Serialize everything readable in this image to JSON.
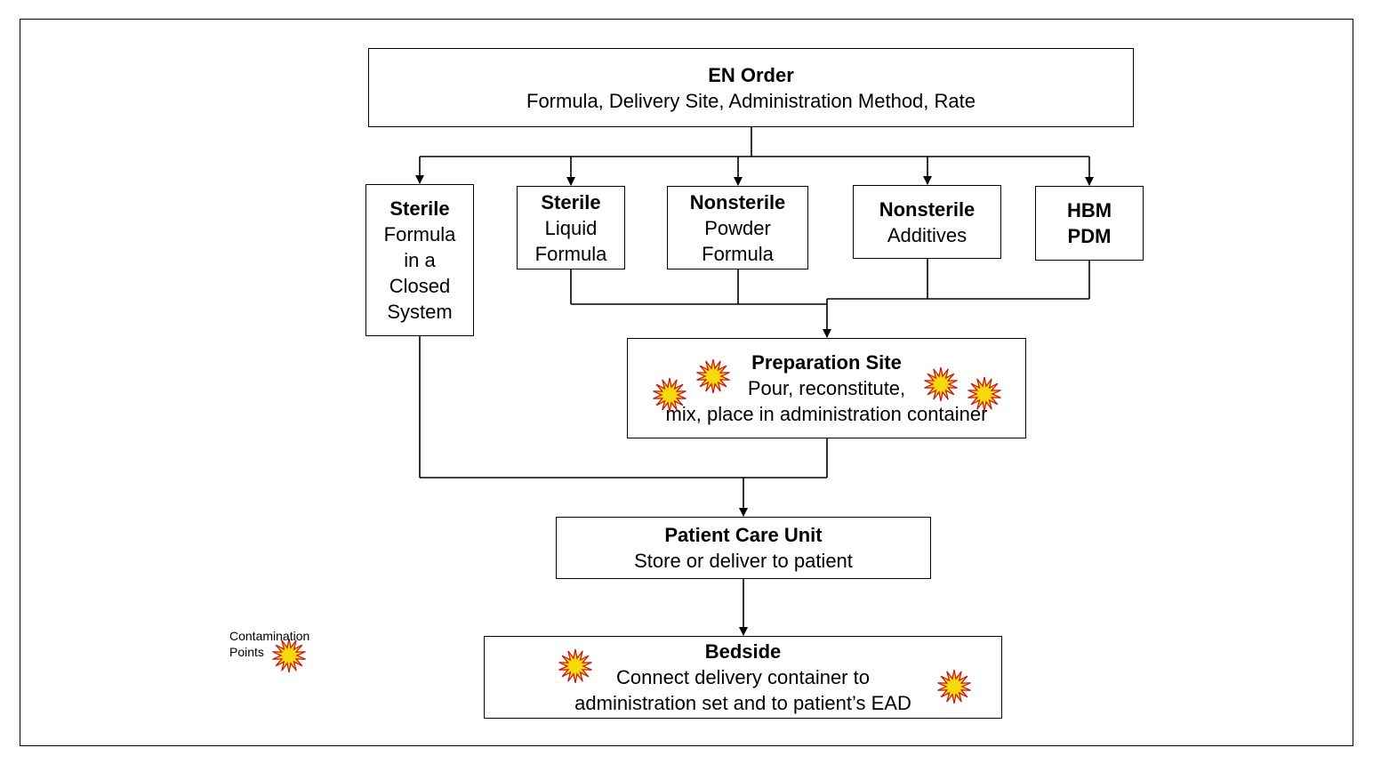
{
  "en_order": {
    "title": "EN Order",
    "subtitle": "Formula, Delivery Site, Administration Method, Rate"
  },
  "sources": [
    {
      "title": "Sterile",
      "lines": [
        "Formula",
        "in a",
        "Closed",
        "System"
      ]
    },
    {
      "title": "Sterile",
      "lines": [
        "Liquid",
        "Formula"
      ]
    },
    {
      "title": "Nonsterile",
      "lines": [
        "Powder",
        "Formula"
      ]
    },
    {
      "title": "Nonsterile",
      "lines": [
        "Additives"
      ]
    },
    {
      "title": "HBM",
      "lines": [
        "PDM"
      ]
    }
  ],
  "prep": {
    "title": "Preparation Site",
    "lines": [
      "Pour, reconstitute,",
      "mix, place in administration container"
    ]
  },
  "unit": {
    "title": "Patient Care Unit",
    "lines": [
      "Store or deliver to patient"
    ]
  },
  "bedside": {
    "title": "Bedside",
    "lines": [
      "Connect delivery container to",
      "administration set and to patient’s EAD"
    ]
  },
  "legend": {
    "line1": "Contamination",
    "line2": "Points"
  },
  "icons": {
    "contamination": "starburst-icon"
  },
  "colors": {
    "burst_fill": "#f6d90f",
    "burst_stroke": "#cc1a12",
    "line": "#000000"
  }
}
